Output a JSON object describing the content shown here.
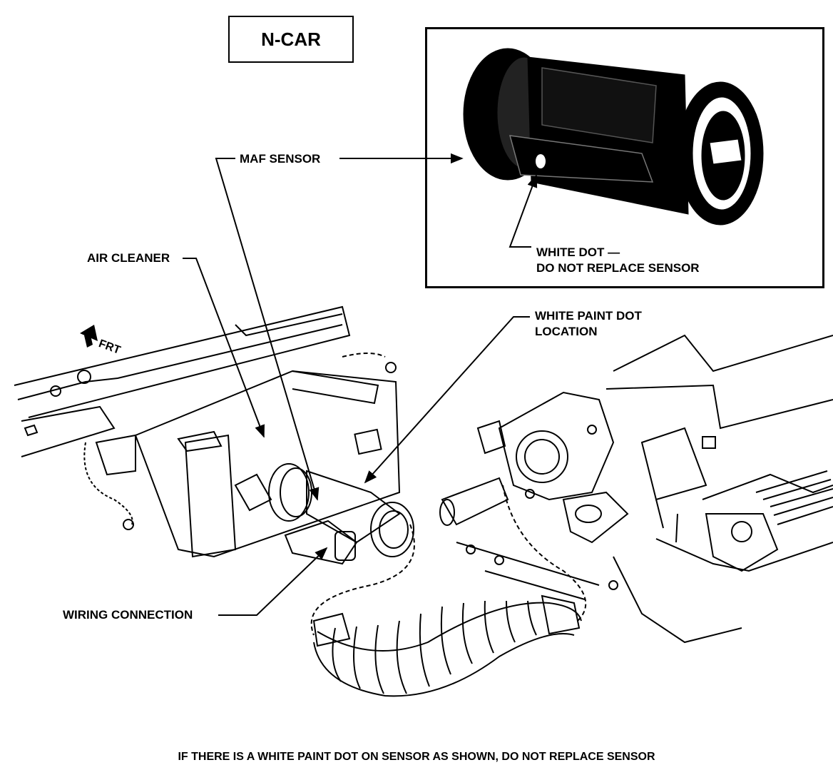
{
  "title": "N-CAR",
  "labels": {
    "maf_sensor": "MAF SENSOR",
    "air_cleaner": "AIR CLEANER",
    "white_dot_line1": "WHITE DOT —",
    "white_dot_line2": "DO NOT REPLACE SENSOR",
    "white_paint_line1": "WHITE PAINT DOT",
    "white_paint_line2": "LOCATION",
    "frt": "FRT",
    "wiring": "WIRING CONNECTION"
  },
  "caption": "IF THERE IS A WHITE PAINT DOT ON SENSOR AS SHOWN, DO NOT REPLACE SENSOR"
}
